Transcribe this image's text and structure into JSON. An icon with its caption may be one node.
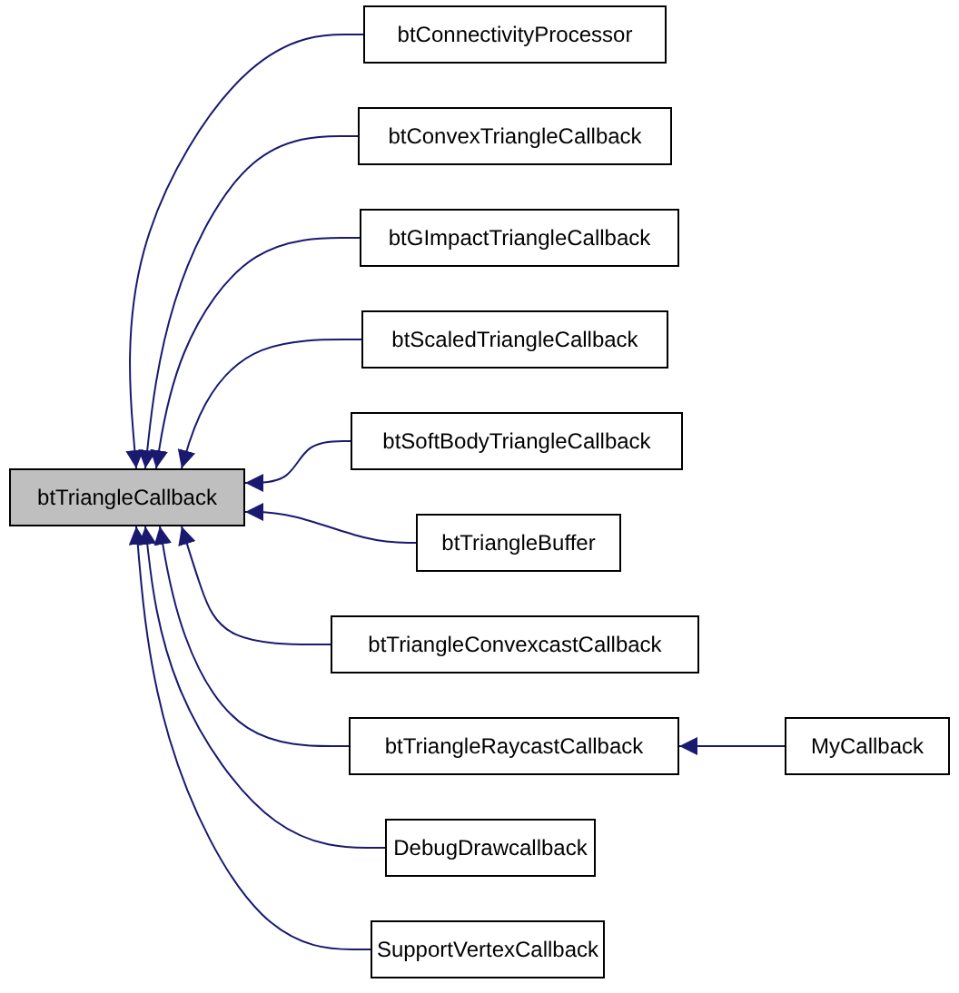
{
  "diagram": {
    "nodes": [
      {
        "text": [
          "btTriangleCallback"
        ]
      },
      {
        "text": [
          "btConnectivityProcessor"
        ]
      },
      {
        "text": [
          "btConvexTriangleCallback"
        ]
      },
      {
        "text": [
          "btGImpactTriangleCallback"
        ]
      },
      {
        "text": [
          "btScaledTriangleCallback"
        ]
      },
      {
        "text": [
          "btSoftBodyTriangleCallback"
        ]
      },
      {
        "text": [
          "btTriangleBuffer"
        ]
      },
      {
        "text": [
          "btTriangleConvexcastCallback"
        ]
      },
      {
        "text": [
          "btTriangleRaycastCallback"
        ]
      },
      {
        "text": [
          "MyCallback"
        ]
      },
      {
        "text": [
          "DebugDrawcallback"
        ]
      },
      {
        "text": [
          "SupportVertexCallback"
        ]
      }
    ],
    "edges": [
      {
        "from": 1,
        "to": 0,
        "arrow": "to"
      },
      {
        "from": 2,
        "to": 0,
        "arrow": "to"
      },
      {
        "from": 3,
        "to": 0,
        "arrow": "to"
      },
      {
        "from": 4,
        "to": 0,
        "arrow": "to"
      },
      {
        "from": 5,
        "to": 0,
        "arrow": "to"
      },
      {
        "from": 6,
        "to": 0,
        "arrow": "to"
      },
      {
        "from": 7,
        "to": 0,
        "arrow": "to"
      },
      {
        "from": 8,
        "to": 0,
        "arrow": "to"
      },
      {
        "from": 9,
        "to": 8,
        "arrow": "to"
      },
      {
        "from": 10,
        "to": 0,
        "arrow": "to"
      },
      {
        "from": 11,
        "to": 0,
        "arrow": "to"
      }
    ]
  }
}
